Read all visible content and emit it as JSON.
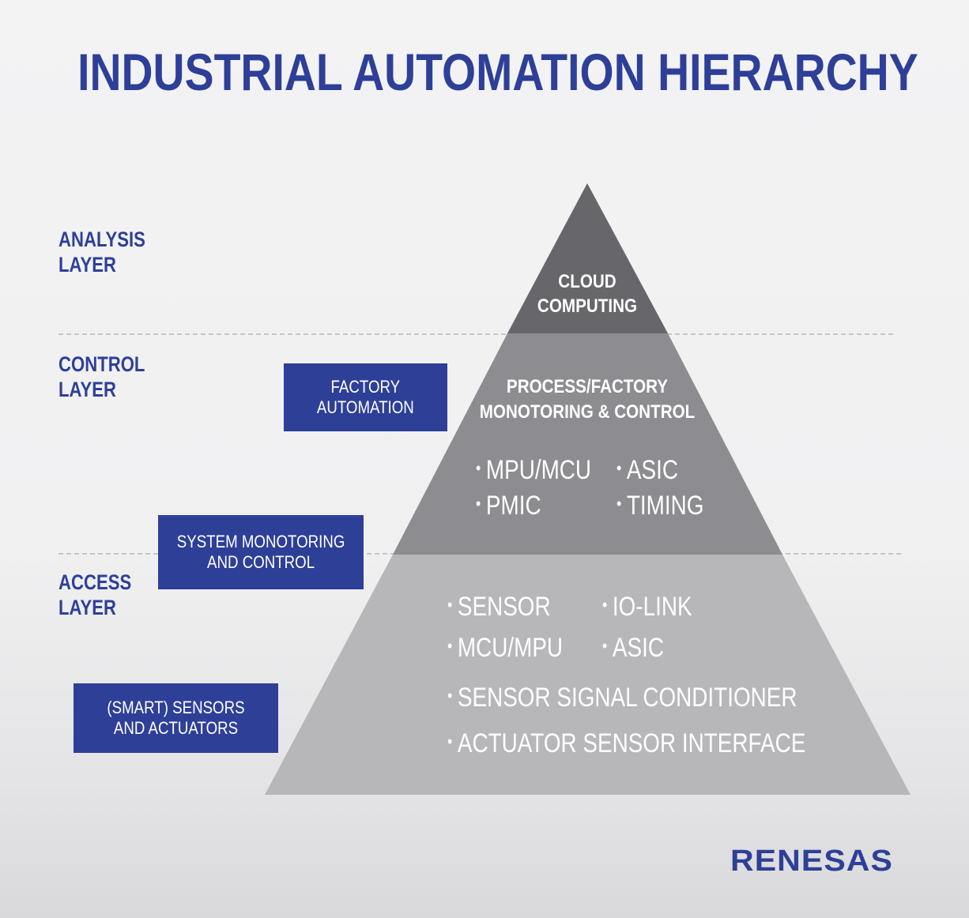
{
  "title": "INDUSTRIAL AUTOMATION HIERARCHY",
  "layers": [
    {
      "line1": "ANALYSIS",
      "line2": "LAYER"
    },
    {
      "line1": "CONTROL",
      "line2": "LAYER"
    },
    {
      "line1": "ACCESS",
      "line2": "LAYER"
    }
  ],
  "pyramid": {
    "top": {
      "line1": "CLOUD",
      "line2": "COMPUTING",
      "color": "#66666b"
    },
    "middle": {
      "line1": "PROCESS/FACTORY",
      "line2": "MONOTORING & CONTROL",
      "color": "#8d8d91",
      "bullets": [
        "MPU/MCU",
        "ASIC",
        "PMIC",
        "TIMING"
      ]
    },
    "bottom": {
      "color": "#b7b7ba",
      "bullets": [
        "SENSOR",
        "IO-LINK",
        "MCU/MPU",
        "ASIC",
        "SENSOR SIGNAL CONDITIONER",
        "ACTUATOR SENSOR INTERFACE"
      ]
    }
  },
  "boxes": [
    {
      "line1": "FACTORY",
      "line2": "AUTOMATION"
    },
    {
      "line1": "SYSTEM MONOTORING",
      "line2": "AND CONTROL"
    },
    {
      "line1": "(SMART) SENSORS",
      "line2": "AND ACTUATORS"
    }
  ],
  "brand": {
    "logo_text": "RENESAS",
    "color": "#2e3f98"
  }
}
